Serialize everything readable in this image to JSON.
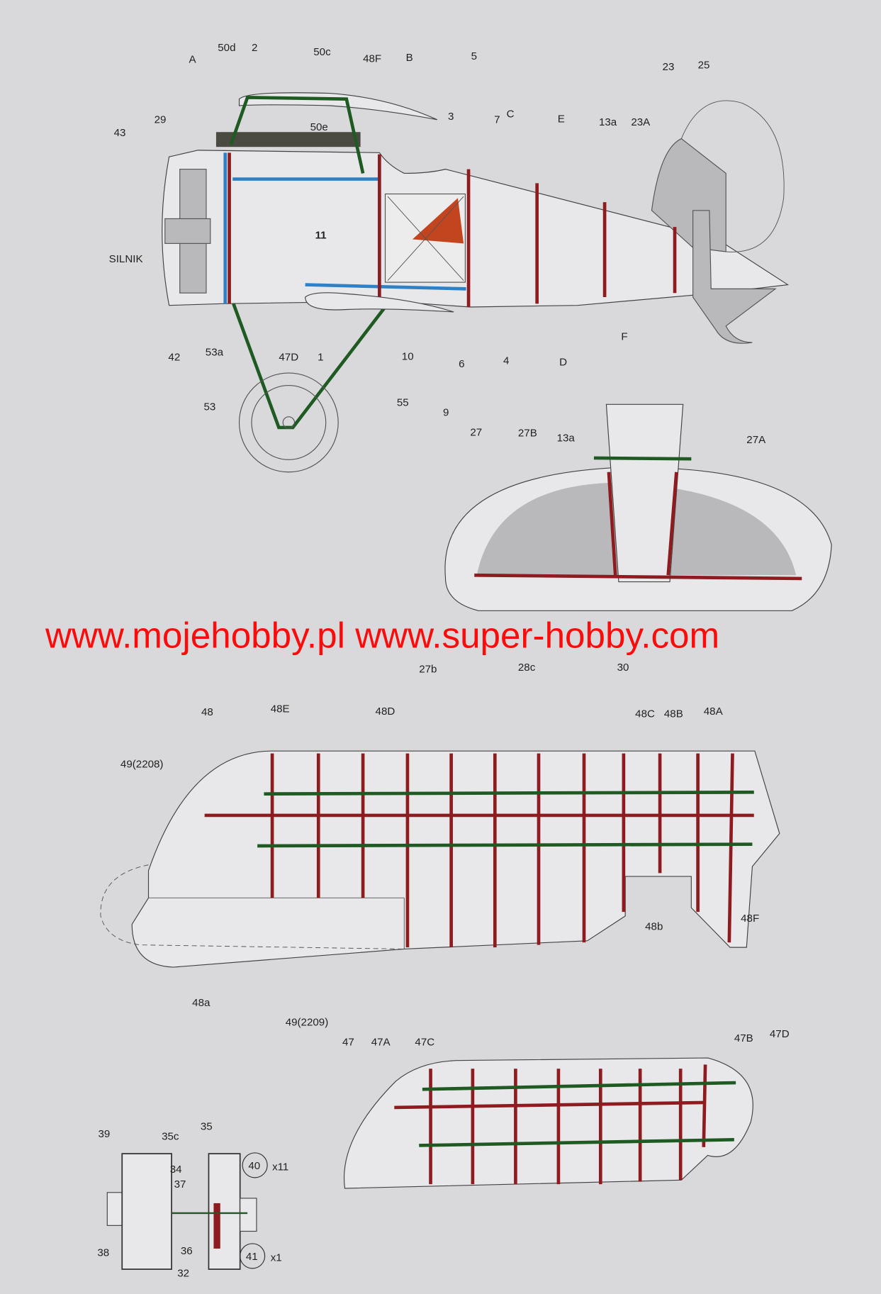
{
  "fuselage": {
    "labels": [
      "A",
      "50d",
      "2",
      "50c",
      "48F",
      "B",
      "5",
      "3",
      "7",
      "C",
      "E",
      "13a",
      "23A",
      "23",
      "25",
      "43",
      "29",
      "50e",
      "11",
      "SILNIK",
      "42",
      "53a",
      "47D",
      "1",
      "10",
      "6",
      "4",
      "D",
      "F",
      "9",
      "53",
      "55"
    ]
  },
  "tailplane": {
    "labels": [
      "27",
      "27B",
      "13a",
      "27A",
      "27b",
      "28c",
      "30"
    ]
  },
  "watermark": "www.mojehobby.pl www.super-hobby.com",
  "upper_wing": {
    "labels": [
      "48",
      "48E",
      "48D",
      "48C",
      "48B",
      "48A",
      "49(2208)",
      "48b",
      "48F",
      "48a",
      "49(2209)"
    ]
  },
  "lower_wing": {
    "labels": [
      "47",
      "47A",
      "47C",
      "47B",
      "47D"
    ]
  },
  "engine": {
    "labels": [
      "39",
      "35c",
      "35",
      "34",
      "37",
      "38",
      "36",
      "32"
    ],
    "callouts": [
      {
        "part": "40",
        "qty": "x11"
      },
      {
        "part": "41",
        "qty": "x1"
      }
    ]
  },
  "colors": {
    "spar_red": "#8e1b1f",
    "spar_blue": "#2f80c4",
    "spar_green": "#1f5a22",
    "watermark": "#ff0a0a"
  }
}
